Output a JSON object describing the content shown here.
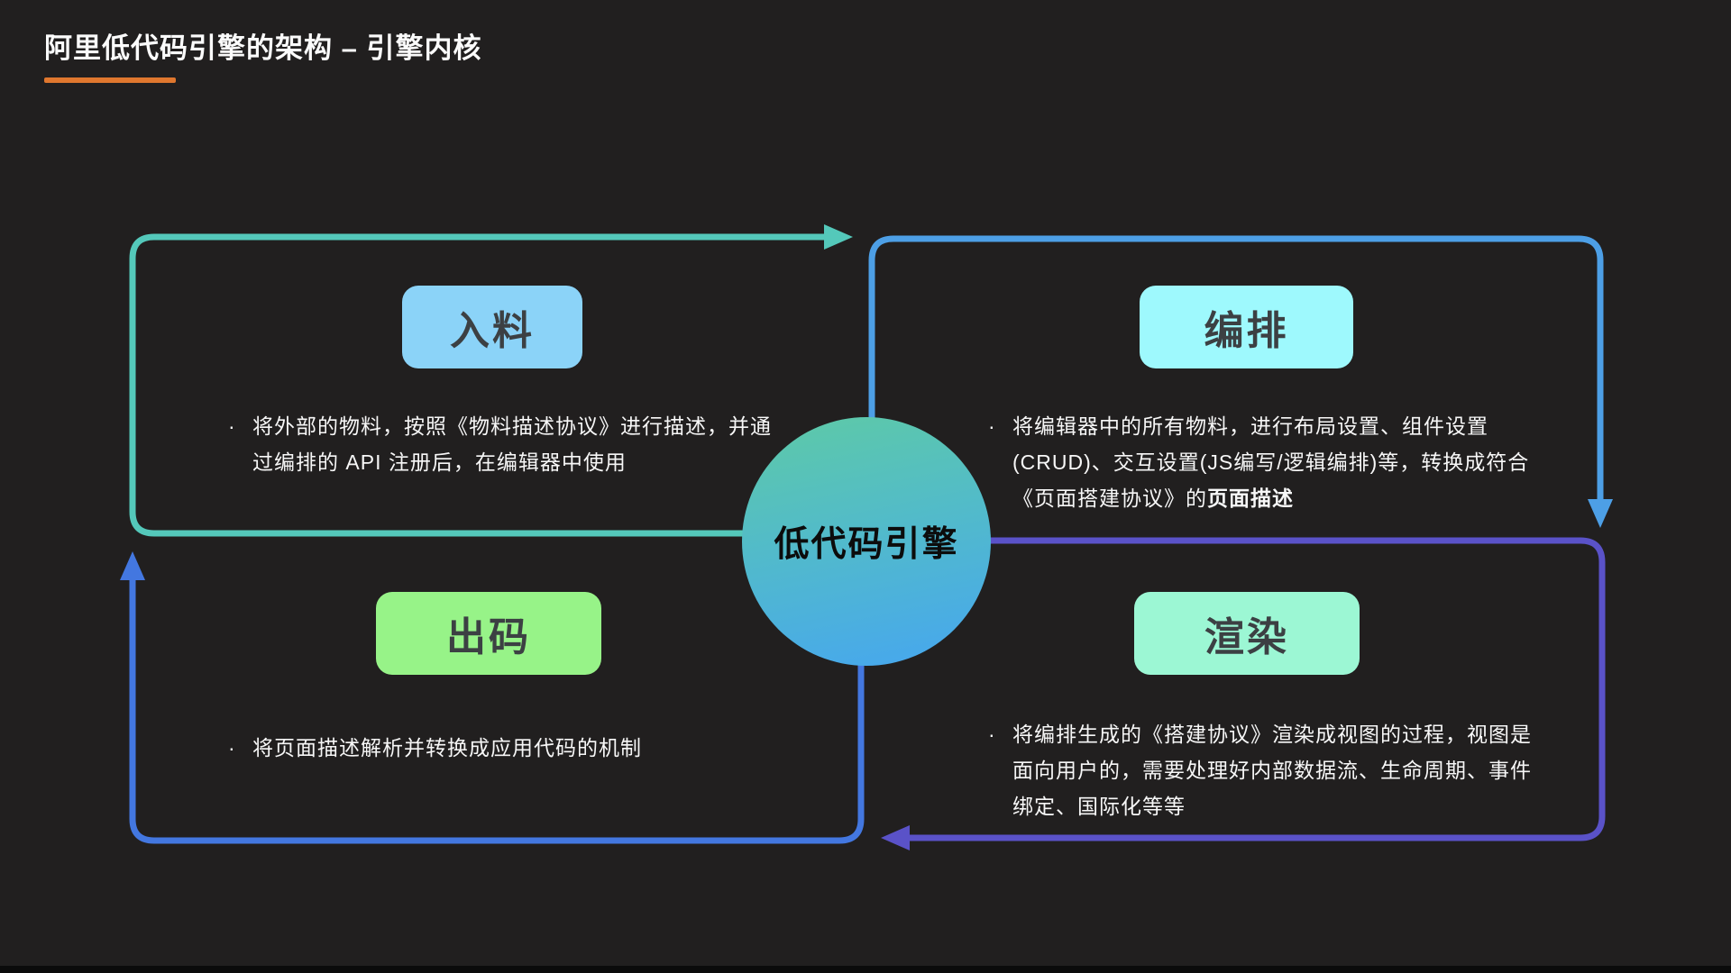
{
  "title": {
    "text": "阿里低代码引擎的架构 – 引擎内核"
  },
  "center_node": {
    "label": "低代码引擎"
  },
  "quadrants": {
    "intake": {
      "badge_label": "入料",
      "bullet": "·",
      "lines": [
        "将外部的物料，按照《物料描述协议》进行描述，并通",
        "过编排的 API 注册后，在编辑器中使用"
      ]
    },
    "orchestrate": {
      "badge_label": "编排",
      "bullet": "·",
      "lines": [
        "将编辑器中的所有物料，进行布局设置、组件设置",
        "(CRUD)、交互设置(JS编写/逻辑编排)等，转换成符合"
      ],
      "line3_prefix": "《页面搭建协议》的",
      "line3_bold": "页面描述"
    },
    "outcode": {
      "badge_label": "出码",
      "bullet": "·",
      "lines": [
        "将页面描述解析并转换成应用代码的机制"
      ]
    },
    "render": {
      "badge_label": "渲染",
      "bullet": "·",
      "lines": [
        "将编排生成的《搭建协议》渲染成视图的过程，视图是",
        "面向用户的，需要处理好内部数据流、生命周期、事件",
        "绑定、国际化等等"
      ]
    }
  },
  "icons": {
    "arrow_right": "▶",
    "arrow_down": "▼",
    "arrow_left": "◀",
    "arrow_up": "▲"
  },
  "colors": {
    "background": "#211F1F",
    "accent_orange": "#E0772E",
    "title_text": "#FBFBFB",
    "body_text": "#F7F7F7",
    "intake_border": "#54C8BA",
    "orchestrate_border": "#4D9FE6",
    "render_border": "#5A52C8",
    "outcode_border": "#4377E0",
    "intake_badge_bg": "#8BD3F8",
    "orchestrate_badge_bg": "#9EF9FD",
    "outcode_badge_bg": "#97F388",
    "render_badge_bg": "#9CF7D4",
    "badge_text": "#3C4043",
    "circle_gradient_start": "#5ECAA6",
    "circle_gradient_end": "#46A6F0",
    "circle_text": "#0C0C0C"
  }
}
